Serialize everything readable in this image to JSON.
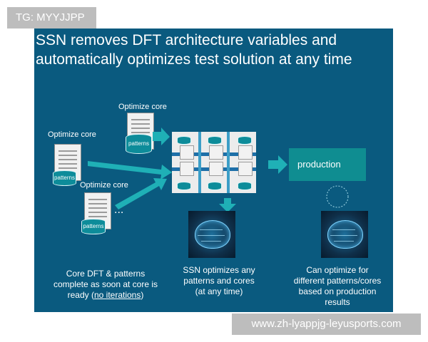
{
  "watermarks": {
    "top": "TG: MYYJJPP",
    "bottom": "www.zh-lyappjg-leyusports.com"
  },
  "slide": {
    "title": "SSN removes DFT architecture variables and automatically optimizes test solution at any time",
    "optimize_core_labels": [
      "Optimize core",
      "Optimize core",
      "Optimize core"
    ],
    "cylinder_labels": [
      "patterns",
      "patterns",
      "patterns"
    ],
    "ellipsis": "...",
    "production_label": "production",
    "captions": {
      "left_line1": "Core DFT & patterns",
      "left_line2": "complete as soon at core is",
      "left_line3_prefix": "ready (",
      "left_underlined": "no iterations",
      "left_line3_suffix": ")",
      "middle": "SSN optimizes any patterns and cores (at any time)",
      "right": "Can optimize for different patterns/cores based on production results"
    }
  },
  "colors": {
    "slide_background": "#0a5a7f",
    "accent_teal": "#0f8d91",
    "arrow_teal": "#1fb0b6"
  }
}
